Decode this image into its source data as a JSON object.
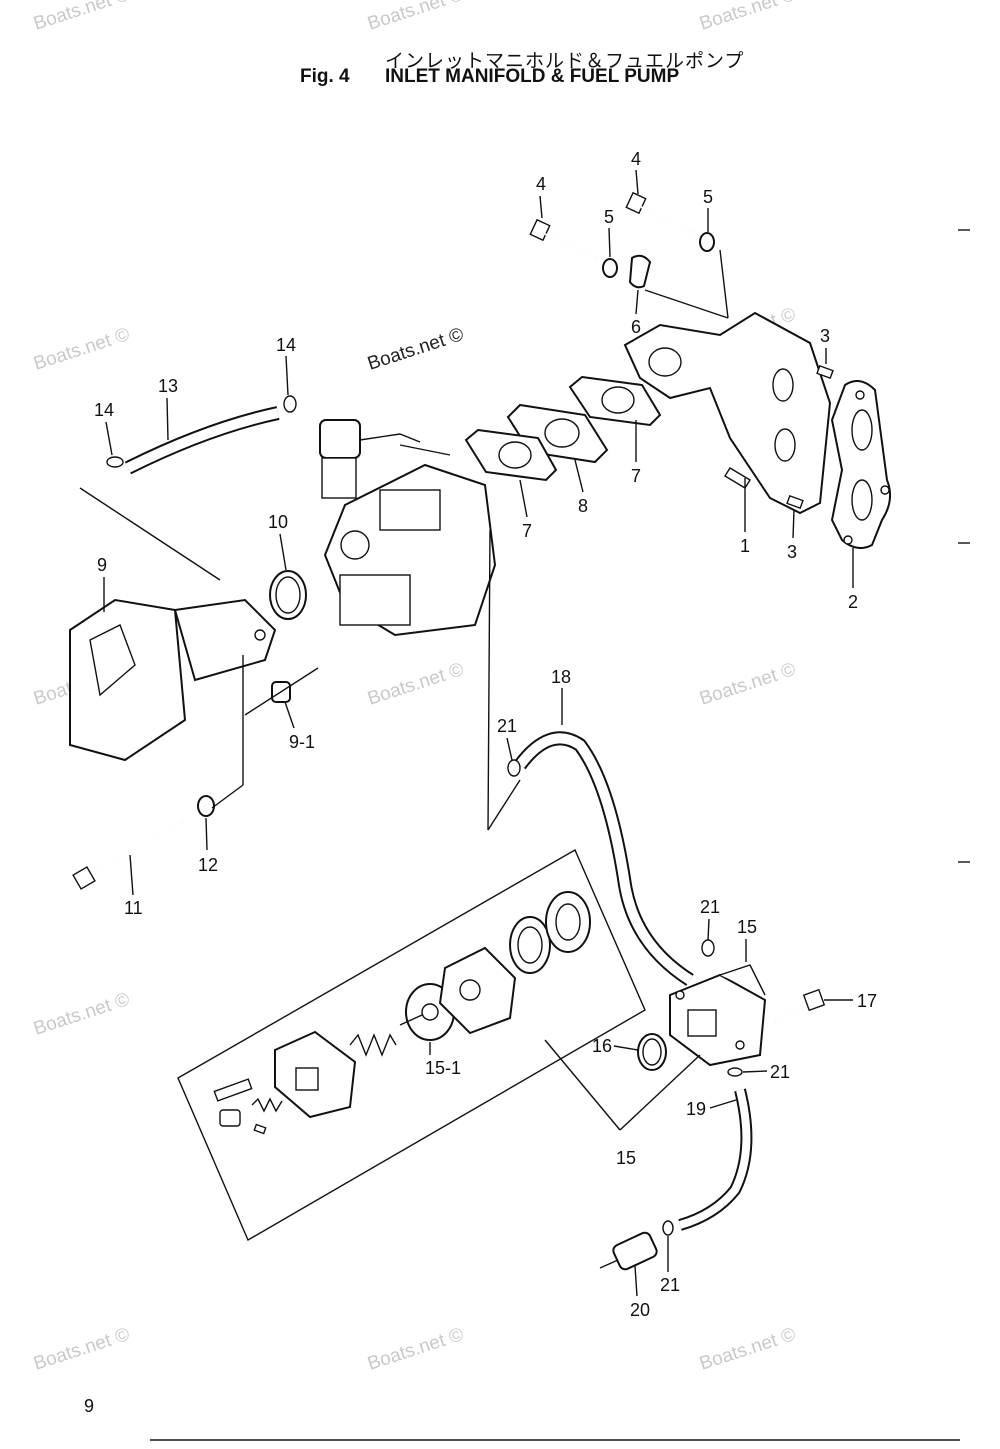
{
  "figure": {
    "title_jp": "インレットマニホルド＆フュエルポンプ",
    "fig_label": "Fig. 4",
    "title_en": "INLET MANIFOLD & FUEL PUMP"
  },
  "page_number": "9",
  "watermark_text": "Boats.net ©",
  "callouts": {
    "c1": "1",
    "c2": "2",
    "c3a": "3",
    "c3b": "3",
    "c4a": "4",
    "c4b": "4",
    "c5a": "5",
    "c5b": "5",
    "c6": "6",
    "c7a": "7",
    "c7b": "7",
    "c8": "8",
    "c9": "9",
    "c9_1": "9-1",
    "c10": "10",
    "c11": "11",
    "c12": "12",
    "c13": "13",
    "c14a": "14",
    "c14b": "14",
    "c15a": "15",
    "c15b": "15",
    "c15_1": "15-1",
    "c16": "16",
    "c17": "17",
    "c18": "18",
    "c19": "19",
    "c20": "20",
    "c21a": "21",
    "c21b": "21",
    "c21c": "21",
    "c21d": "21"
  }
}
